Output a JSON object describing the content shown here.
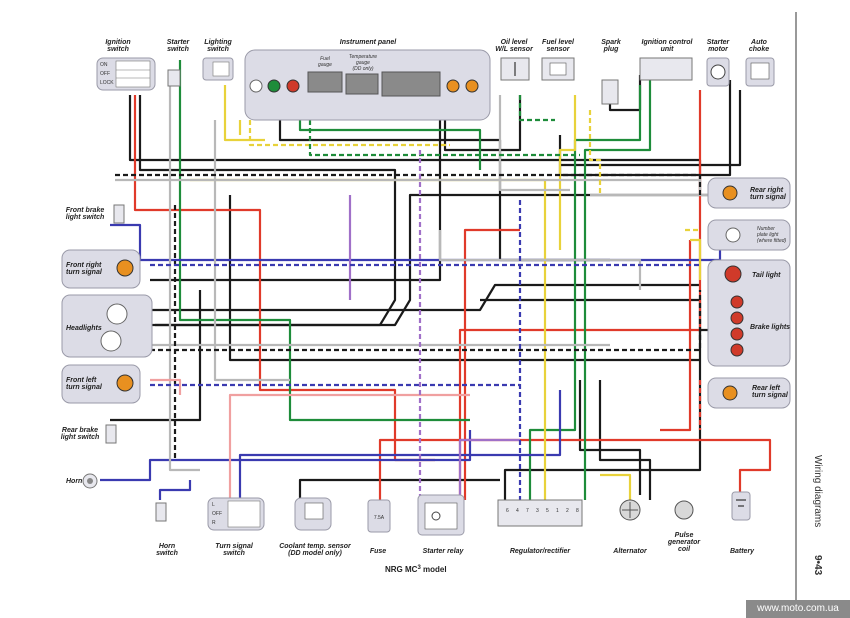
{
  "labels": {
    "ignition_switch": [
      "Ignition",
      "switch"
    ],
    "starter_switch": [
      "Starter",
      "switch"
    ],
    "lighting_switch": [
      "Lighting",
      "switch"
    ],
    "instrument_panel": "Instrument panel",
    "fuel_gauge": [
      "Fuel",
      "gauge"
    ],
    "temperature_gauge": [
      "Temperature",
      "gauge",
      "(DD only)"
    ],
    "oil_level_sensor": [
      "Oil level",
      "W/L sensor"
    ],
    "fuel_level_sensor": [
      "Fuel level",
      "sensor"
    ],
    "spark_plug": [
      "Spark",
      "plug"
    ],
    "ignition_control_unit": [
      "Ignition control",
      "unit"
    ],
    "starter_motor": [
      "Starter",
      "motor"
    ],
    "auto_choke": [
      "Auto",
      "choke"
    ],
    "front_brake_light_switch": [
      "Front brake",
      "light switch"
    ],
    "front_right_turn_signal": [
      "Front right",
      "turn signal"
    ],
    "headlights": "Headlights",
    "front_left_turn_signal": [
      "Front left",
      "turn signal"
    ],
    "rear_brake_light_switch": [
      "Rear brake",
      "light switch"
    ],
    "horn": "Horn",
    "horn_switch": [
      "Horn",
      "switch"
    ],
    "turn_signal_switch": [
      "Turn signal",
      "switch"
    ],
    "coolant_temp_sensor": [
      "Coolant temp. sensor",
      "(DD model only)"
    ],
    "fuse": "Fuse",
    "starter_relay": "Starter relay",
    "regulator_rectifier": "Regulator/rectifier",
    "alternator": "Alternator",
    "pulse_generator_coil": [
      "Pulse",
      "generator",
      "coil"
    ],
    "battery": "Battery",
    "rear_right_turn_signal": [
      "Rear right",
      "turn signal"
    ],
    "number_plate_light": [
      "Number",
      "plate light",
      "(where fitted)"
    ],
    "tail_light": "Tail light",
    "brake_lights": "Brake lights",
    "rear_left_turn_signal": [
      "Rear left",
      "turn signal"
    ]
  },
  "switch_positions": {
    "ignition": [
      "ON",
      "OFF",
      "LOCK"
    ],
    "turn_signal": [
      "L",
      "OFF",
      "R"
    ]
  },
  "fuse_rating": "7.5A",
  "regulator_terminals": [
    "6",
    "4",
    "7",
    "3",
    "5",
    "1",
    "2",
    "8"
  ],
  "model": {
    "prefix": "NRG MC",
    "sup": "3",
    "suffix": " model"
  },
  "page": {
    "section": "Wiring diagrams",
    "page_number": "9•43"
  },
  "watermark": "www.moto.com.ua",
  "colors": {
    "panel_fill": "#dcdce6",
    "panel_stroke": "#9a9aa8",
    "wire_black": "#1a1a1a",
    "wire_red": "#e03a2a",
    "wire_green": "#1e8c3a",
    "wire_blue": "#3a3ab0",
    "wire_yellow": "#e8d23a",
    "wire_grey": "#b8b8b8",
    "wire_pink": "#f0a0a0",
    "wire_violet": "#a070c8",
    "bulb_amber": "#e89020",
    "bulb_red": "#d03a2a"
  }
}
